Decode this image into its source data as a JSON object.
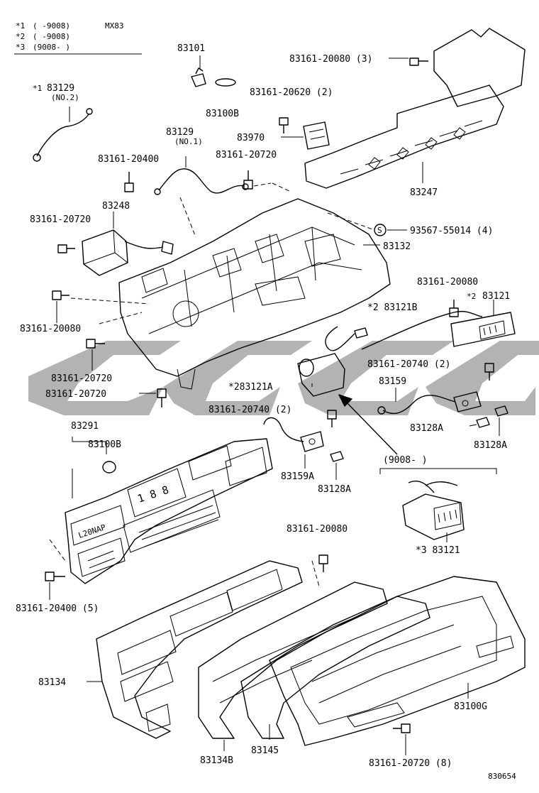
{
  "legend": {
    "rows": [
      {
        "mark": "*1",
        "range": "(      -9008)",
        "note": "MX83"
      },
      {
        "mark": "*2",
        "range": "(      -9008)",
        "note": ""
      },
      {
        "mark": "*3",
        "range": "(9008-      )",
        "note": ""
      }
    ]
  },
  "labels": {
    "l83101": "83101",
    "l83100b_top": "83100B",
    "l83129_no2_mark": "*1",
    "l83129_no2": "83129",
    "l83129_no2_sub": "(NO.2)",
    "l83161_20080_3": "83161-20080 (3)",
    "l83161_20620_2": "83161-20620 (2)",
    "l83970": "83970",
    "l83129_no1": "83129",
    "l83129_no1_sub": "(NO.1)",
    "l83161_20720_a": "83161-20720",
    "l83161_20400": "83161-20400",
    "l83247": "83247",
    "l83248": "83248",
    "l83161_20720_b": "83161-20720",
    "l93567": "93567-55014 (4)",
    "l83132": "83132",
    "l83161_20080_b": "83161-20080",
    "l83121_mark": "*2",
    "l83121": "83121",
    "l83121b": "*2 83121B",
    "l83161_20080_c": "83161-20080",
    "l83161_20720_c": "83161-20720",
    "l83161_20740_a": "83161-20740 (2)",
    "l83121a": "*283121A",
    "l83159": "83159",
    "l83161_20720_d": "83161-20720",
    "l83161_20740_b": "83161-20740 (2)",
    "l83128a_1": "83128A",
    "l83128a_2": "83128A",
    "l83291": "83291",
    "l83100b_mid": "83100B",
    "l83159a": "83159A",
    "l83128a_3": "83128A",
    "l9008": "(9008-      )",
    "l83121_3": "*3 83121",
    "l83161_20080_d": "83161-20080",
    "l83161_20400_5": "83161-20400 (5)",
    "l83134": "83134",
    "l83100g": "83100G",
    "l83134b": "83134B",
    "l83145": "83145",
    "l83161_20720_8": "83161-20720 (8)",
    "diagram_id": "830654"
  },
  "cluster_text": {
    "trip": "L20NAP",
    "digits": "1 8 8"
  }
}
